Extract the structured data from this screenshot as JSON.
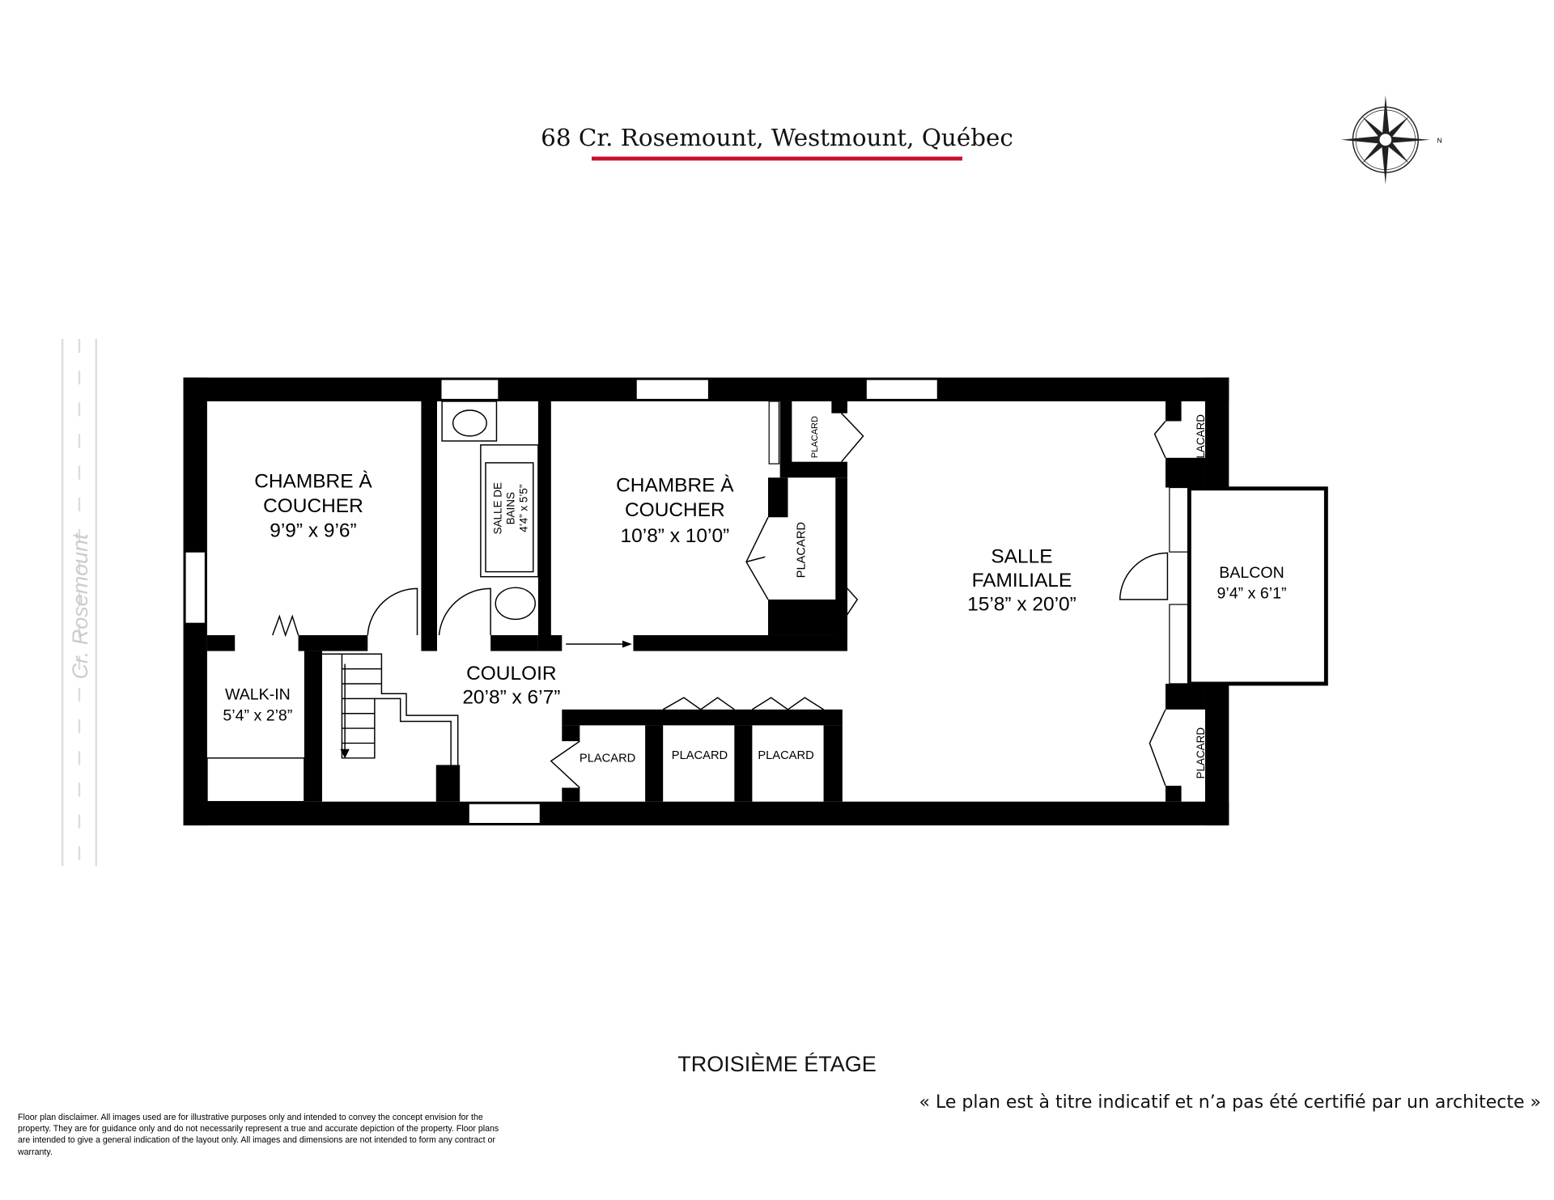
{
  "header": {
    "title": "68 Cr. Rosemount, Westmount, Québec",
    "accent": "#c8102e",
    "compass_label": "N"
  },
  "street": "Cr. Rosemount",
  "rooms": {
    "bedroom1": {
      "line1": "CHAMBRE À",
      "line2": "COUCHER",
      "dims": "9’9” x 9’6”"
    },
    "bathroom": {
      "line1": "SALLE DE",
      "line2": "BAINS",
      "dims": "4’4” x 5’5”"
    },
    "bedroom2": {
      "line1": "CHAMBRE À",
      "line2": "COUCHER",
      "dims": "10’8” x 10’0”"
    },
    "family": {
      "line1": "SALLE",
      "line2": "FAMILIALE",
      "dims": "15’8” x 20’0”"
    },
    "balcony": {
      "line1": "BALCON",
      "dims": "9’4” x 6’1”"
    },
    "walkin": {
      "line1": "WALK-IN",
      "dims": "5’4” x 2’8”"
    },
    "corridor": {
      "line1": "COULOIR",
      "dims": "20’8” x 6’7”"
    }
  },
  "closet_label": "PLACARD",
  "floor_name": "TROISIÈME ÉTAGE",
  "note": "« Le plan est à titre indicatif et n’a pas été certifié par un architecte »",
  "disclaimer": "Floor plan disclaimer. All images used are for illustrative purposes only and intended to convey the concept envision for the property. They are for guidance only and do not necessarily represent a true and accurate depiction of the property. Floor plans are intended to give a general indication of the layout only. All images and dimensions are not intended to form any contract or warranty."
}
